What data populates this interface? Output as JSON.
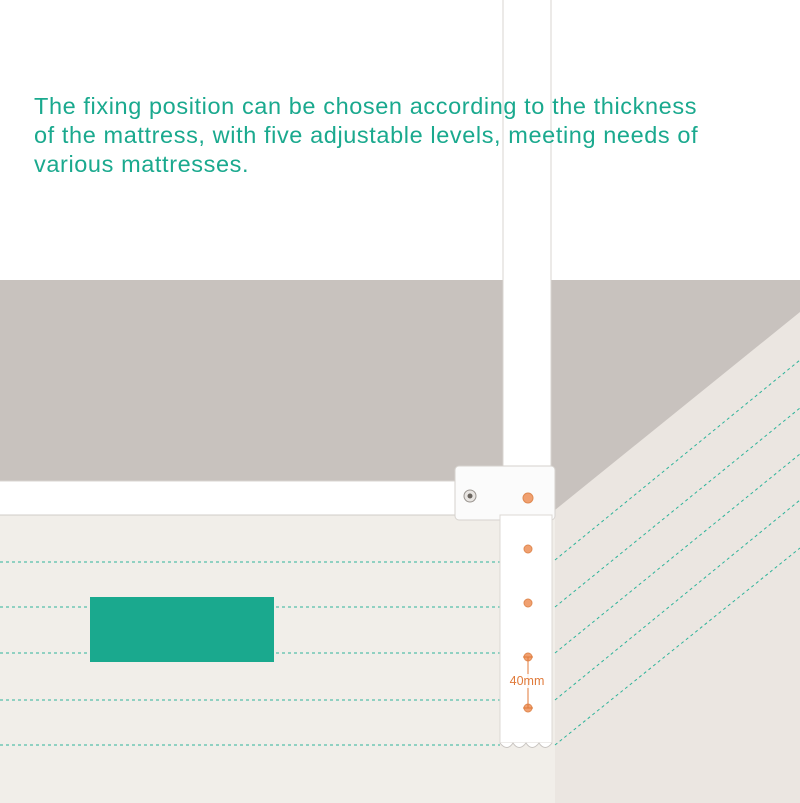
{
  "caption": {
    "lines": [
      "The fixing position can be chosen according to the thickness",
      "of the mattress, with five adjustable levels, meeting needs of",
      "various mattresses."
    ]
  },
  "adjustment": {
    "levels": 5,
    "spacing_label": "40mm"
  },
  "colors": {
    "accent": "#1aa98e",
    "hole": "#f0a070",
    "wall": "#c8c2be",
    "mattress": "#f1eee9",
    "frame": "#ffffff"
  }
}
